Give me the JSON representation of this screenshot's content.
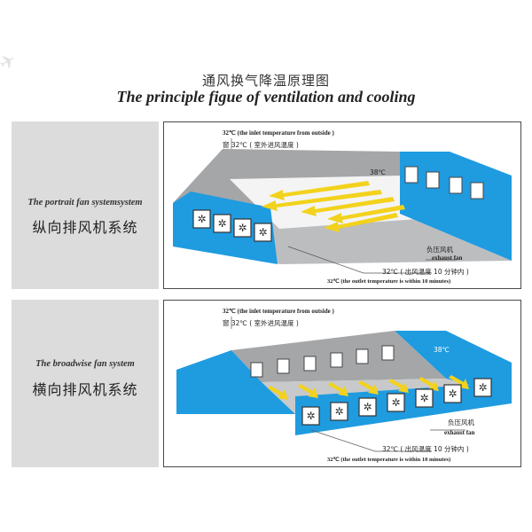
{
  "title_cn": "通风换气降温原理图",
  "title_en": "The principle figue of ventilation and cooling",
  "systems": [
    {
      "label_en": "The portrait fan systemsystem",
      "label_cn": "纵向排风机系统",
      "inlet_en": "32℃ (the inlet temperature from outside )",
      "window_cn": "窗 32℃ ( 室外进风温度 )",
      "inside_temp": "38℃",
      "exhaust_cn": "负压风机",
      "exhaust_en": "exhaust fan",
      "outlet_cn": "32℃ ( 出风温度 10 分钟内 )",
      "outlet_en": "32℃ (the outlet temperature is within 10 minutes)"
    },
    {
      "label_en": "The broadwise fan system",
      "label_cn": "横向排风机系统",
      "inlet_en": "32℃ (the inlet temperature from outside )",
      "window_cn": "窗 32℃ ( 室外进风温度 )",
      "inside_temp": "38℃",
      "exhaust_cn": "负压风机",
      "exhaust_en": "exhaust fan",
      "outlet_cn": "32℃ ( 出风温度 10 分钟内 )",
      "outlet_en": "32℃ (the outlet temperature is within 10 minutes)"
    }
  ],
  "colors": {
    "wall_blue": "#1f9be0",
    "roof_gray": "#a4a6a8",
    "floor_gray": "#bcbdbf",
    "arrow_yellow": "#f2d21c",
    "label_bg": "#dcdcdc"
  }
}
